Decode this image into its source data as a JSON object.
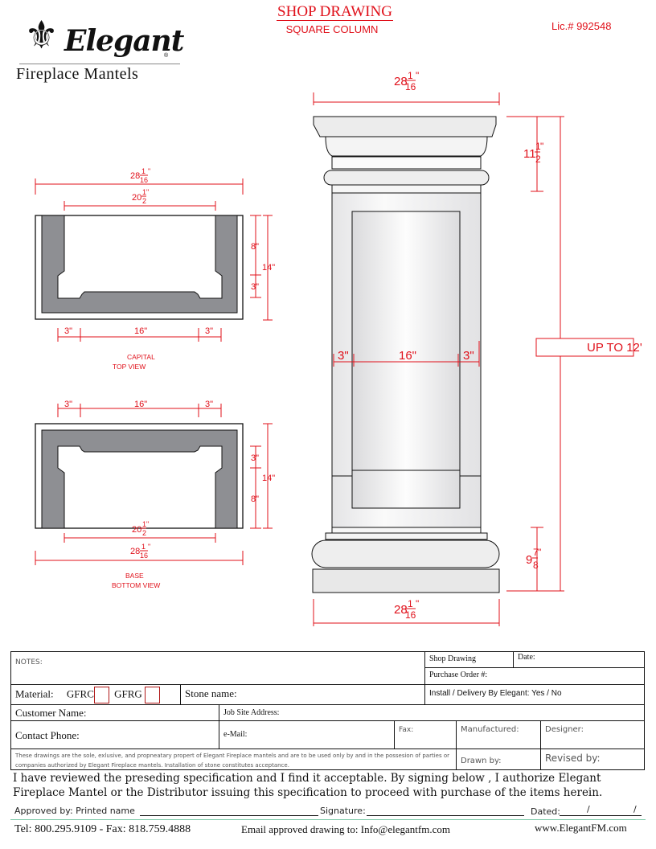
{
  "header": {
    "title": "SHOP DRAWING",
    "subtitle": "SQUARE COLUMN",
    "license": "Lic.# 992548"
  },
  "logo": {
    "brand": "Elegant",
    "registered": "®",
    "tagline": "Fireplace Mantels"
  },
  "capital_view": {
    "label_line1": "CAPITAL",
    "label_line2": "TOP VIEW",
    "overall_width": {
      "whole": "28",
      "num": "1",
      "den": "16",
      "unit": "\""
    },
    "inner_width": {
      "whole": "20",
      "num": "1",
      "den": "2",
      "unit": "\""
    },
    "left": "3\"",
    "middle": "16\"",
    "right": "3\"",
    "depth_a": "8\"",
    "depth_b": "3\"",
    "total_depth": "14\""
  },
  "base_view": {
    "label_line1": "BASE",
    "label_line2": "BOTTOM VIEW",
    "overall_width": {
      "whole": "28",
      "num": "1",
      "den": "16",
      "unit": "\""
    },
    "inner_width": {
      "whole": "20",
      "num": "1",
      "den": "2",
      "unit": "\""
    },
    "left": "3\"",
    "middle": "16\"",
    "right": "3\"",
    "depth_a": "3\"",
    "depth_b": "8\"",
    "total_depth": "14\""
  },
  "column_elevation": {
    "top_width": {
      "whole": "28",
      "num": "1",
      "den": "16",
      "unit": "\""
    },
    "bottom_width": {
      "whole": "28",
      "num": "1",
      "den": "16",
      "unit": "\""
    },
    "capital_height": {
      "whole": "11",
      "num": "1",
      "den": "2",
      "unit": "\""
    },
    "base_height": {
      "whole": "9",
      "num": "7",
      "den": "8",
      "unit": "\""
    },
    "shaft_left": "3\"",
    "shaft_middle": "16\"",
    "shaft_right": "3\"",
    "overall_height": "UP TO 12'"
  },
  "form": {
    "notes": "NOTES:",
    "shop_drawing": "Shop Drawing",
    "date": "Date:",
    "purchase_order": "Purchase Order #:",
    "material": "Material:",
    "gfrc": "GFRC",
    "gfrg": "GFRG",
    "stone_name": "Stone name:",
    "install": "Install / Delivery By Elegant: Yes  / No",
    "customer_name": "Customer Name:",
    "job_site": "Job Site Address:",
    "contact_phone": "Contact Phone:",
    "email": "e-Mail:",
    "fax": "Fax:",
    "manufactured": "Manufactured:",
    "designer": "Designer:",
    "disclaimer": "These drawings are the sole, exlusive, and propneatary propert of Elegant Fireplace mantels and are to be used only by and in the possesion of parties or companies authorized by Elegant Fireplace mantels. Installation of stone constitutes acceptance.",
    "drawn_by": "Drawn by:",
    "revised_by": "Revised by:"
  },
  "statement": "I have reviewed the preseding specification and I find it acceptable. By signing below , I authorize Elegant Fireplace Mantel or the Distributor issuing this specification to proceed with purchase of the items herein.",
  "approval": {
    "printed_name": "Approved by:  Printed name",
    "signature": "Signature:",
    "dated": "Dated:",
    "slash1": "/",
    "slash2": "/"
  },
  "footer": {
    "phone": "Tel: 800.295.9109 - Fax: 818.759.4888",
    "email": "Email approved drawing to: Info@elegantfm.com",
    "website": "www.ElegantFM.com"
  },
  "colors": {
    "dimension": "#e0101a",
    "section_fill": "#8e8f93"
  }
}
